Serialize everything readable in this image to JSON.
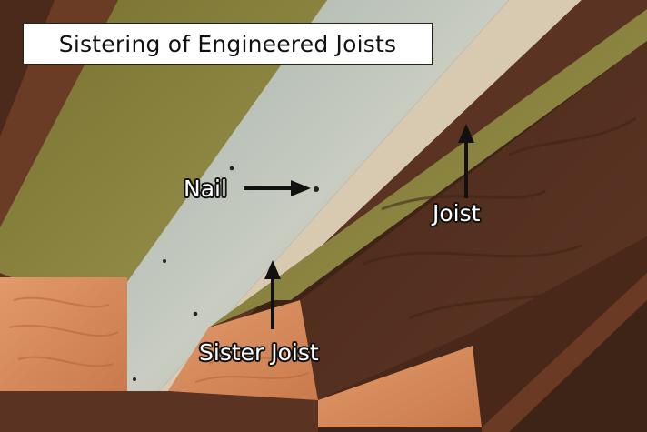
{
  "title": "Sistering of Engineered Joists",
  "labels": {
    "nail": "Nail",
    "joist": "Joist",
    "sister_joist": "Sister Joist"
  },
  "colors": {
    "insulation": "#8a8440",
    "joist_face": "#5a3322",
    "end_grain": "#d98c5f",
    "sister_face": "#b9c1b9",
    "sister_edge": "#d9c9b0",
    "subfloor": "#6b3a25",
    "arrow": "#111111"
  }
}
